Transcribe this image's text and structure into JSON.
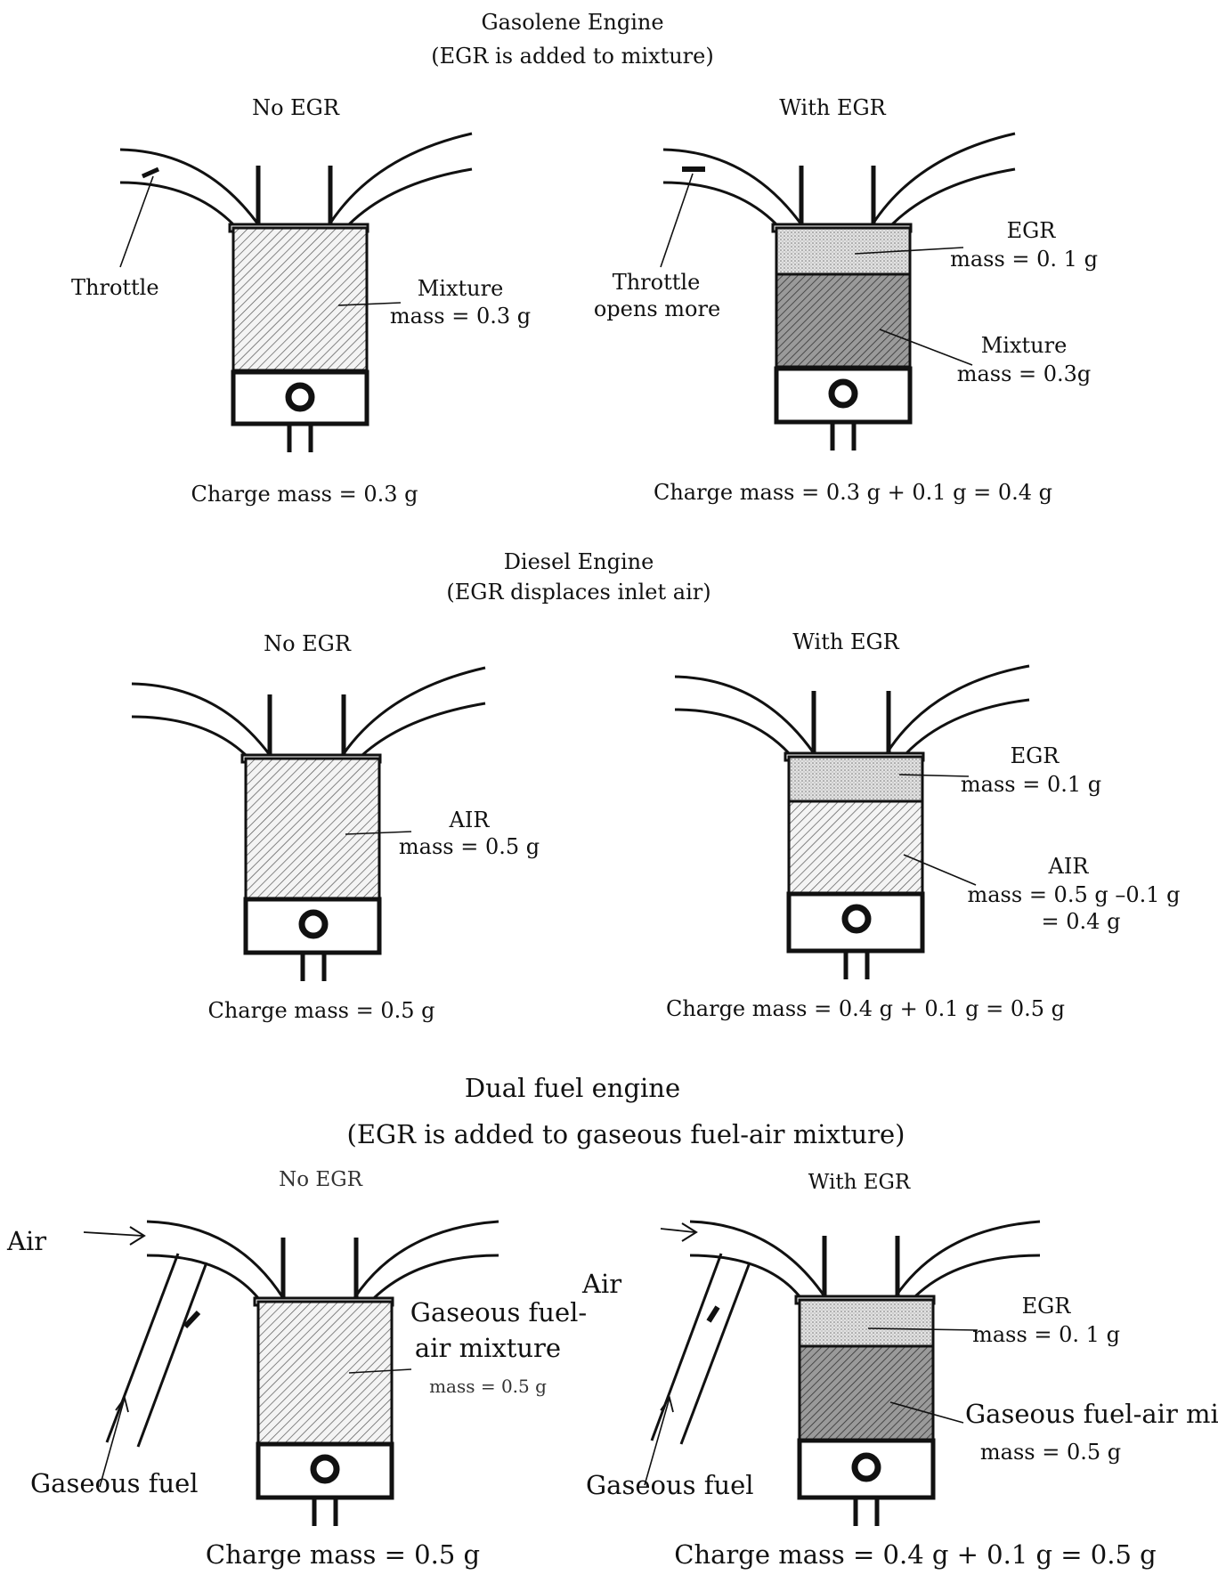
{
  "gasoline": {
    "title": "Gasolene Engine",
    "subtitle": "(EGR is added to mixture)",
    "left": {
      "heading": "No EGR",
      "throttle_label": "Throttle",
      "mixture_title": "Mixture",
      "mixture_mass": "mass = 0.3 g",
      "charge_mass": "Charge mass = 0.3 g"
    },
    "right": {
      "heading": "With EGR",
      "throttle_line1": "Throttle",
      "throttle_line2": "opens more",
      "egr_title": "EGR",
      "egr_mass": "mass = 0. 1 g",
      "mixture_title": "Mixture",
      "mixture_mass": "mass = 0.3g",
      "charge_mass": "Charge mass = 0.3 g + 0.1 g = 0.4 g"
    }
  },
  "diesel": {
    "title": "Diesel Engine",
    "subtitle": "(EGR displaces inlet air)",
    "left": {
      "heading": "No EGR",
      "air_title": "AIR",
      "air_mass": "mass = 0.5 g",
      "charge_mass": "Charge mass = 0.5 g"
    },
    "right": {
      "heading": "With EGR",
      "egr_title": "EGR",
      "egr_mass": "mass = 0.1 g",
      "air_title": "AIR",
      "air_mass_line1": "mass = 0.5 g –0.1 g",
      "air_mass_line2": "= 0.4 g",
      "charge_mass": "Charge mass = 0.4 g + 0.1 g = 0.5 g"
    }
  },
  "dual": {
    "title": "Dual fuel engine",
    "subtitle": "(EGR is added to gaseous fuel-air mixture)",
    "left": {
      "heading": "No EGR",
      "air_label": "Air",
      "fuel_label": "Gaseous fuel",
      "mix_line1": "Gaseous fuel-",
      "mix_line2": "air mixture",
      "mix_mass": "mass  =  0.5 g",
      "charge_mass": "Charge mass =  0.5 g"
    },
    "right": {
      "heading": "With EGR",
      "air_label": "Air",
      "fuel_label": "Gaseous fuel",
      "egr_title": "EGR",
      "egr_mass": "mass = 0. 1 g",
      "mix_label": "Gaseous fuel-air mixt",
      "mix_mass": "mass  =  0.5 g",
      "charge_mass": "Charge mass = 0.4 g + 0.1 g = 0.5 g"
    }
  }
}
